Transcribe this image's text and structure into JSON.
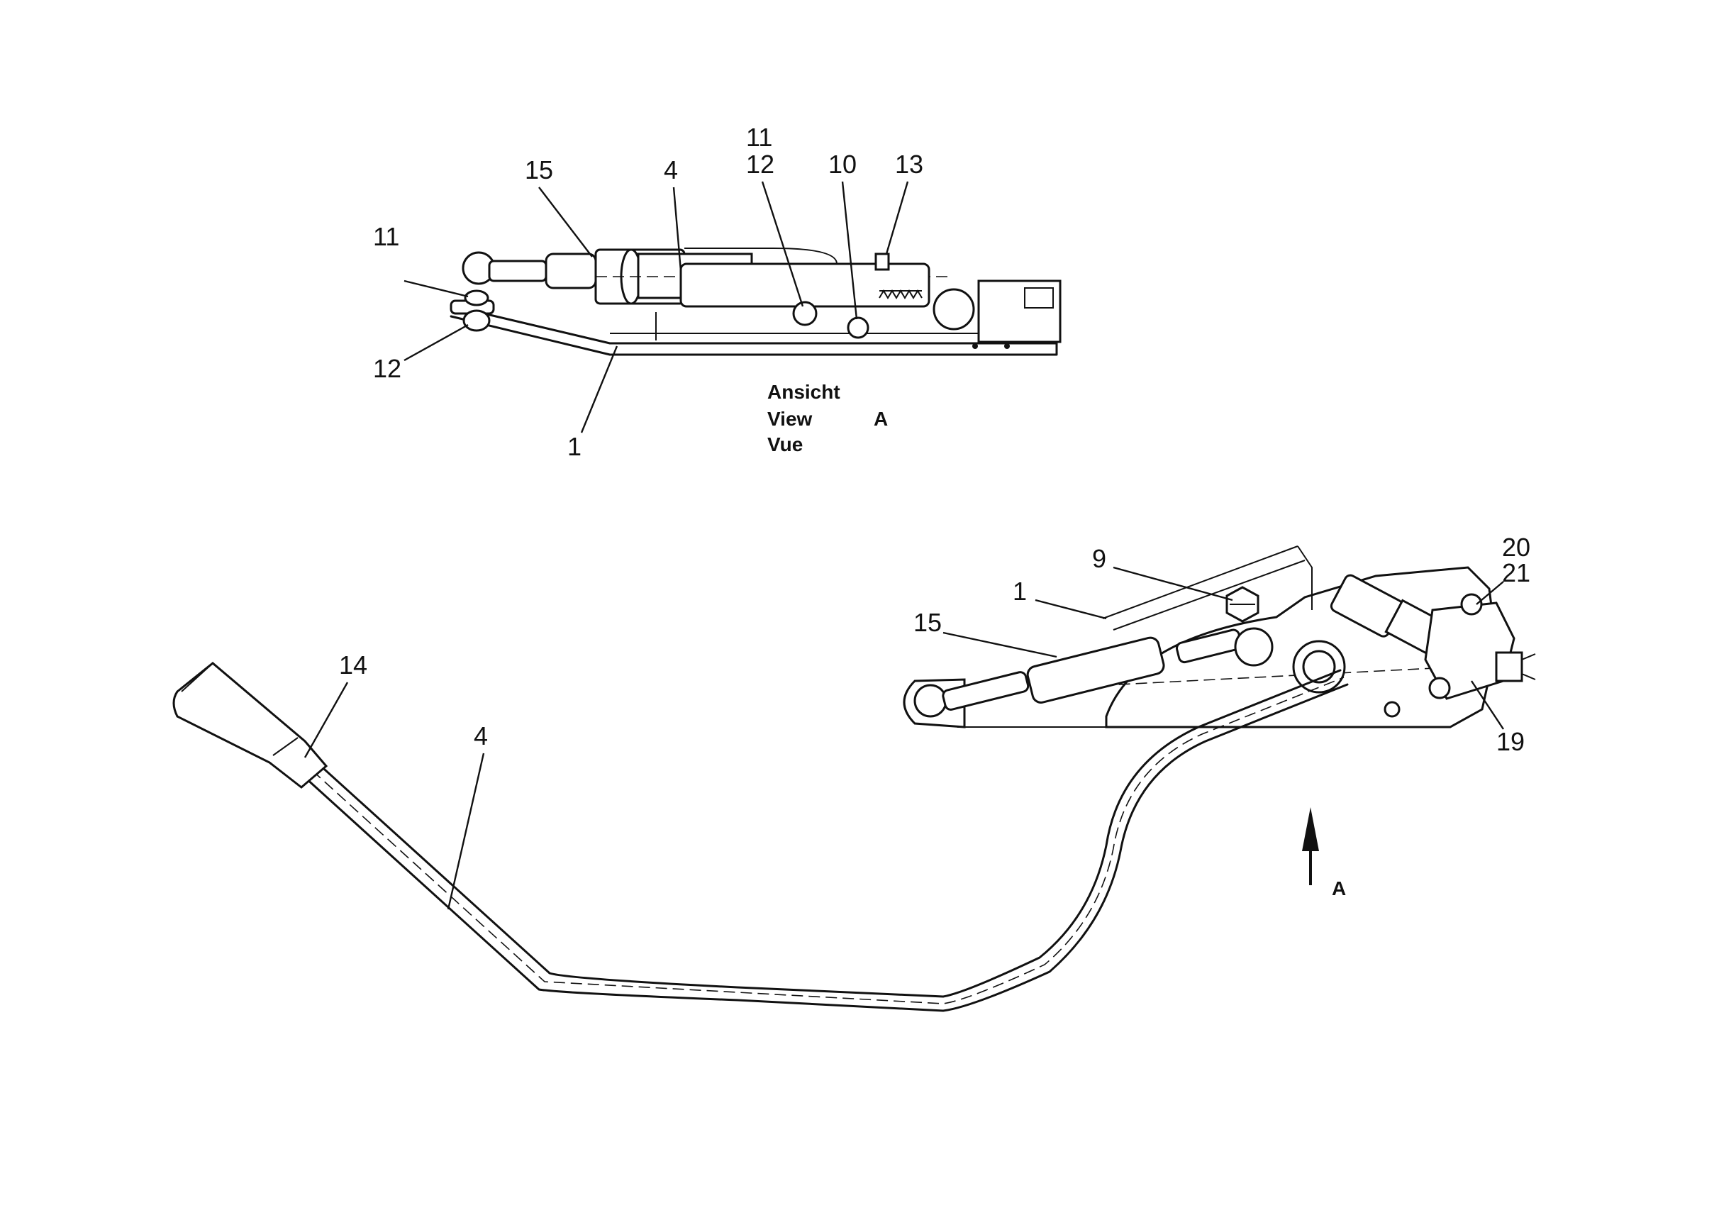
{
  "top_view": {
    "callouts": {
      "c15": "15",
      "c4": "4",
      "c11a": "11",
      "c12a": "12",
      "c10": "10",
      "c13": "13",
      "c11b": "11",
      "c12b": "12",
      "c1": "1"
    },
    "view_caption": {
      "line1": "Ansicht",
      "line2": "View",
      "line3": "Vue",
      "letter": "A"
    }
  },
  "main_view": {
    "callouts": {
      "c9": "9",
      "c1": "1",
      "c15": "15",
      "c20": "20",
      "c21": "21",
      "c19": "19",
      "c14": "14",
      "c4": "4"
    },
    "arrow_label": "A"
  }
}
